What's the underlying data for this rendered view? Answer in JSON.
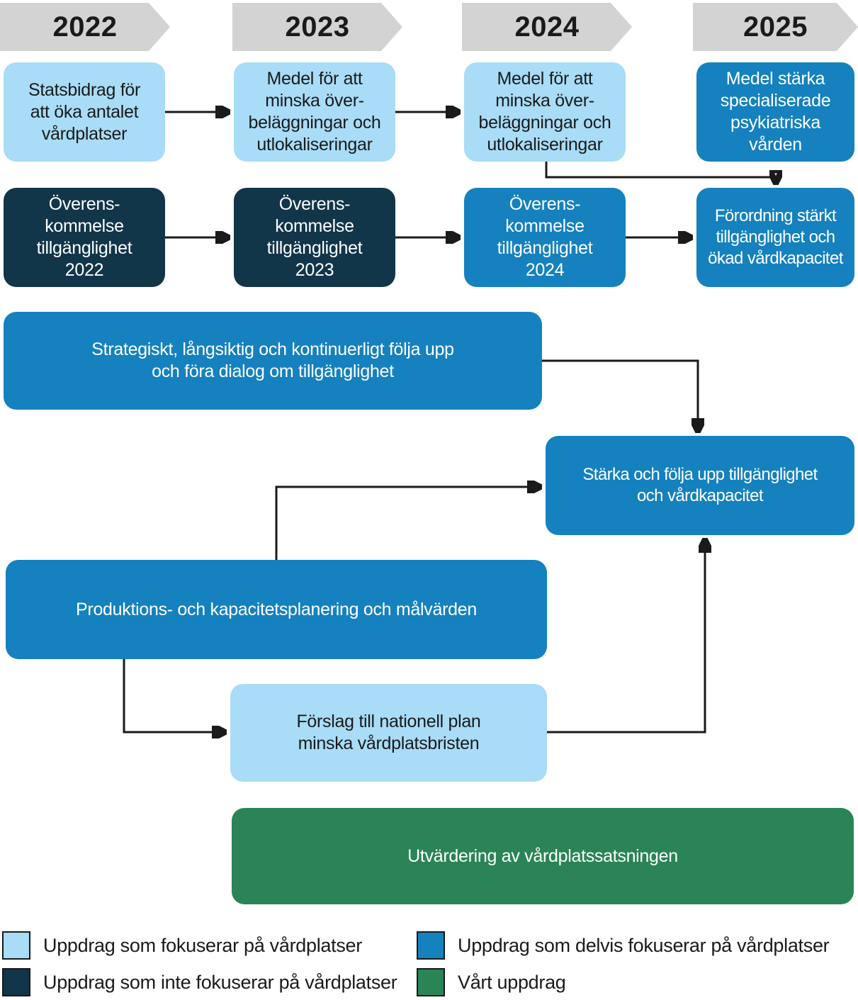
{
  "palette": {
    "light": "#A9DCF6",
    "mid": "#1581BE",
    "navy": "#113549",
    "green": "#2A8456",
    "gray": "#D3D3D3",
    "ink": "#1A1A1A",
    "white": "#FFFFFF"
  },
  "timeline": {
    "years": [
      "2022",
      "2023",
      "2024",
      "2025"
    ]
  },
  "boxes": {
    "statsbidrag_2022": {
      "label": "Statsbidrag för\natt öka antalet\nvårdplatser",
      "category": "focus"
    },
    "medel_2023": {
      "label": "Medel för att\nminska över-\nbeläggningar och\nutlokaliseringar",
      "category": "focus"
    },
    "medel_2024": {
      "label": "Medel för att\nminska över-\nbeläggningar och\nutlokaliseringar",
      "category": "focus"
    },
    "medel_psyk_2025": {
      "label": "Medel stärka\nspecialiserade\npsykiatriska vården",
      "category": "partial"
    },
    "overenskommelse_2022": {
      "label": "Överens-\nkommelse\ntillgänglighet\n2022",
      "category": "not_focus"
    },
    "overenskommelse_2023": {
      "label": "Överens-\nkommelse\ntillgänglighet\n2023",
      "category": "not_focus"
    },
    "overenskommelse_2024": {
      "label": "Överens-\nkommelse\ntillgänglighet\n2024",
      "category": "partial"
    },
    "forordning_2025": {
      "label": "Förordning stärkt\ntillgänglighet och\nökad vårdkapacitet",
      "category": "partial"
    },
    "strategiskt": {
      "label": "Strategiskt, långsiktig och kontinuerligt följa upp\noch föra dialog om tillgänglighet",
      "category": "partial"
    },
    "starka": {
      "label": "Stärka och följa upp tillgänglighet\noch vårdkapacitet",
      "category": "partial"
    },
    "produktions": {
      "label": "Produktions- och kapacitetsplanering och målvärden",
      "category": "partial"
    },
    "forslag": {
      "label": "Förslag till nationell plan\nminska vårdplatsbristen",
      "category": "focus"
    },
    "utvardering": {
      "label": "Utvärdering av vårdplatssatsningen",
      "category": "ours"
    }
  },
  "legend": {
    "focus": {
      "label": "Uppdrag som fokuserar på vårdplatser"
    },
    "partial": {
      "label": "Uppdrag som delvis fokuserar på vårdplatser"
    },
    "not_focus": {
      "label": "Uppdrag som inte fokuserar på vårdplatser"
    },
    "ours": {
      "label": "Vårt uppdrag"
    }
  }
}
